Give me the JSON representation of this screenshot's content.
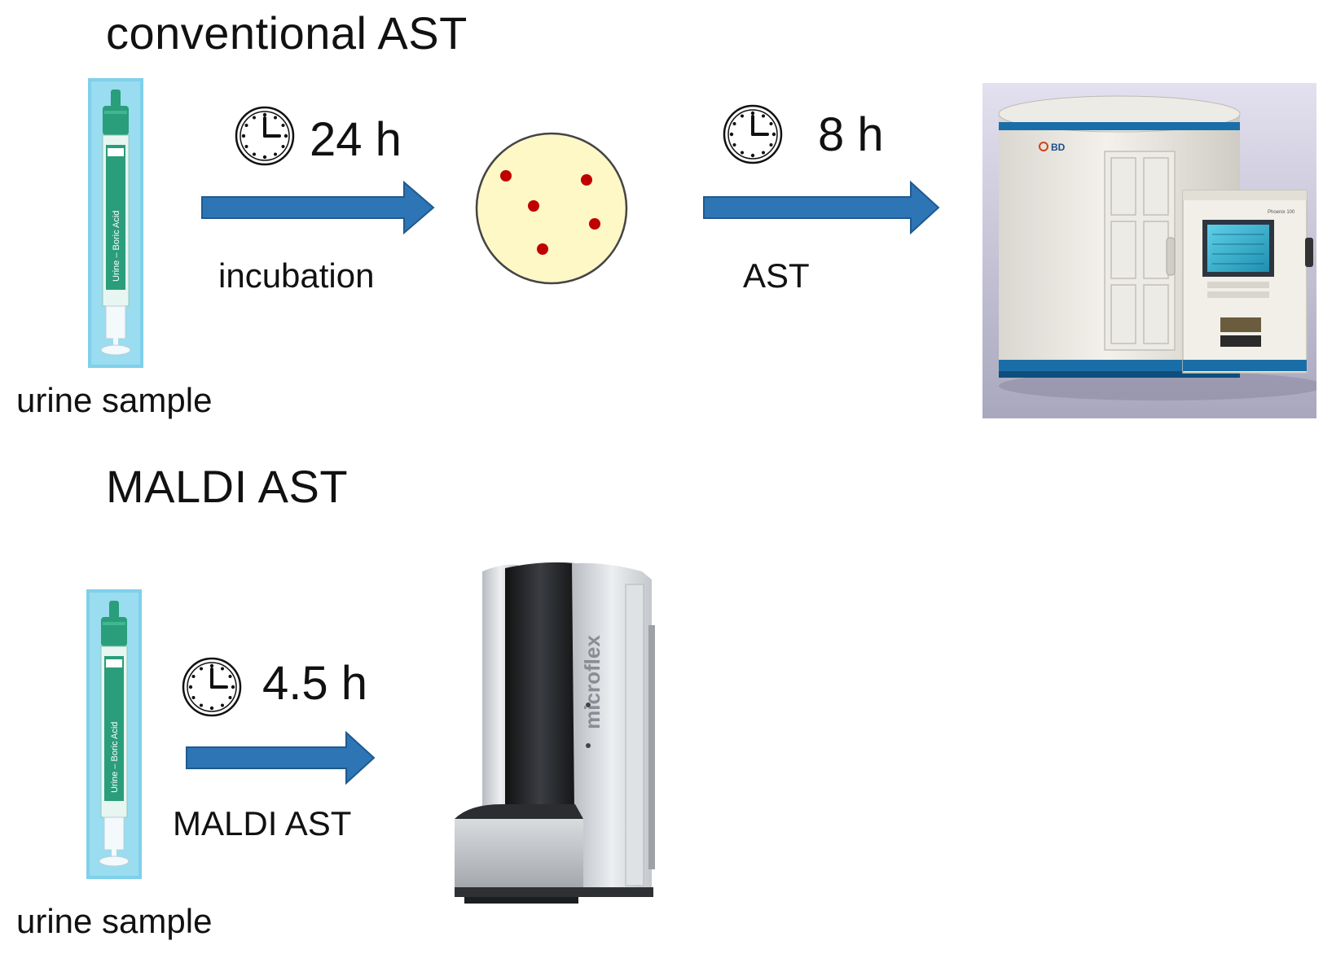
{
  "conventional": {
    "heading": "conventional AST",
    "sample_label": "urine sample",
    "tube_label": "Urine – Boric Acid",
    "step1": {
      "time": "24 h",
      "label": "incubation"
    },
    "step2": {
      "time": "8 h",
      "label": "AST"
    },
    "instrument_brand": "BD",
    "instrument_model": "Phoenix 100"
  },
  "maldi": {
    "heading": "MALDI AST",
    "sample_label": "urine sample",
    "tube_label": "Urine – Boric Acid",
    "step1": {
      "time": "4.5 h",
      "label": "MALDI AST"
    },
    "instrument_name": "microflex"
  },
  "colors": {
    "arrow": "#2e75b6",
    "arrow_edge": "#1f5a8f",
    "plate_fill": "#fdf8c6",
    "colony": "#c00000",
    "tube_bg": "#7fd0ea",
    "tube_band": "#2a9d7a"
  },
  "icons": [
    "clock-icon",
    "right-arrow-icon",
    "agar-plate-icon",
    "urine-tube-icon",
    "phoenix-analyzer-icon",
    "maldi-spectrometer-icon"
  ]
}
